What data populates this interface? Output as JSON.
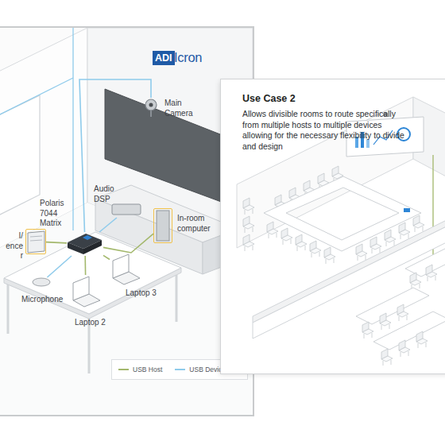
{
  "diagram": {
    "nodes": [
      {
        "text": [
          "ADI",
          "Icron"
        ]
      },
      {
        "text": [
          "Main Camera"
        ],
        "in": 0
      },
      {
        "text": [
          "Audio DSP"
        ],
        "in": 0
      },
      {
        "text": [
          "In-room computer"
        ],
        "in": 0
      },
      {
        "text": [
          "Polaris 7044 Matrix"
        ],
        "in": 0
      },
      {
        "text": [
          "I/ ence r"
        ],
        "in": 0
      },
      {
        "text": [
          "Microphone"
        ],
        "in": 0
      },
      {
        "text": [
          "Laptop 3"
        ],
        "in": 0
      },
      {
        "text": [
          "Laptop 2"
        ],
        "in": 0
      },
      {
        "text": [
          "Use Case 2",
          "Allows divisible rooms to route specifically from multiple hosts to multiple devices allowing for the necessary flexibility to divide and design"
        ]
      }
    ],
    "edges": [
      {
        "from": 4,
        "to": 1,
        "arrow": "none"
      },
      {
        "from": 4,
        "to": 2,
        "arrow": "none"
      },
      {
        "from": 4,
        "to": 3,
        "arrow": "none"
      },
      {
        "from": 4,
        "to": 5,
        "arrow": "none"
      },
      {
        "from": 4,
        "to": 6,
        "arrow": "none"
      },
      {
        "from": 4,
        "to": 7,
        "arrow": "none"
      },
      {
        "from": 4,
        "to": 8,
        "arrow": "none"
      }
    ],
    "legend": [
      {
        "text": "USB Host"
      },
      {
        "text": "USB Device"
      }
    ]
  }
}
